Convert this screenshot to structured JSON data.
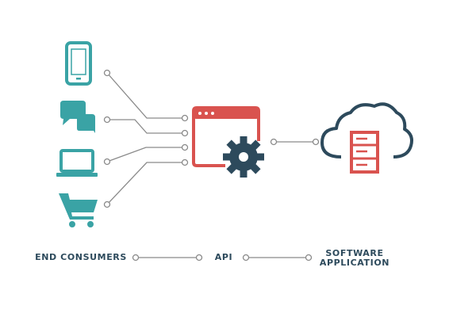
{
  "labels": {
    "end_consumers": "END CONSUMERS",
    "api": "API",
    "software_line1": "SOFTWARE",
    "software_line2": "APPLICATION"
  },
  "nodes": {
    "consumers": [
      "smartphone-icon",
      "chat-bubbles-icon",
      "laptop-icon",
      "shopping-cart-icon"
    ],
    "api": "api-window-gear-icon",
    "software": "cloud-server-icon"
  },
  "colors": {
    "teal": "#3aa3a5",
    "red": "#d9534f",
    "navy": "#2d4a5c",
    "connector": "#8a8a8a"
  }
}
